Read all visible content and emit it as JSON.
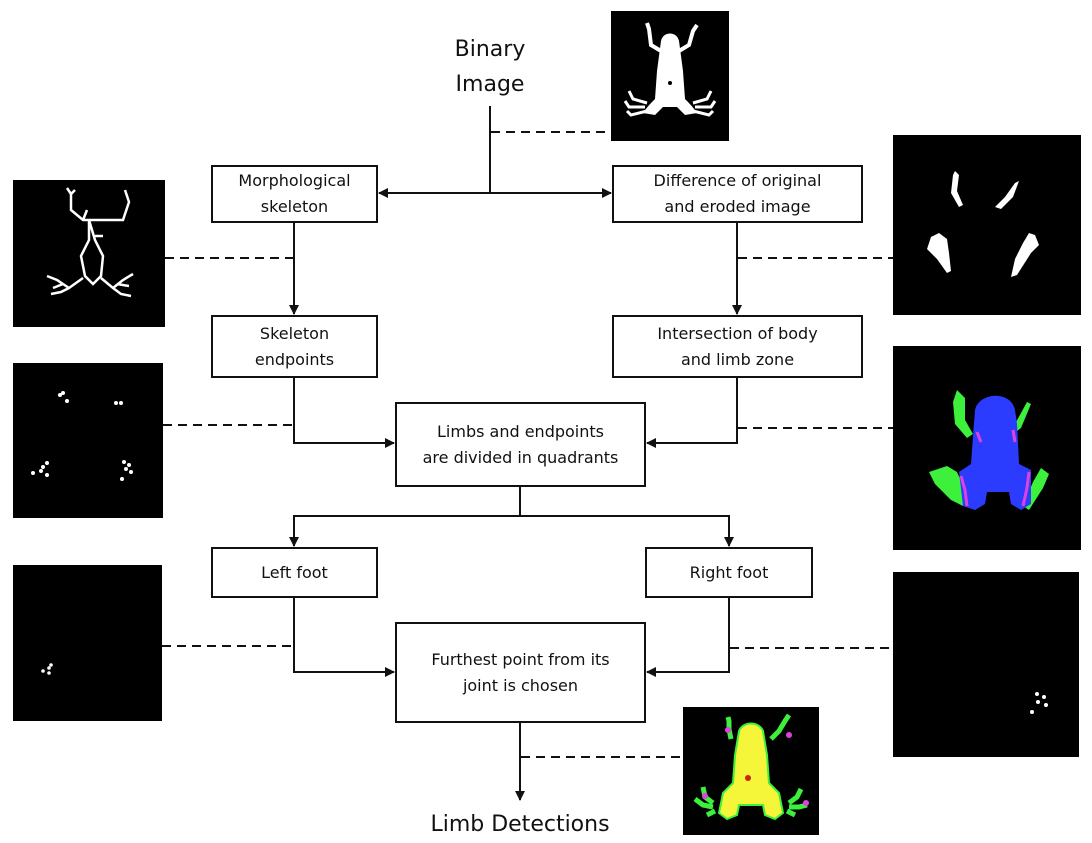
{
  "diagram": {
    "type": "flowchart",
    "start_label": "Binary\nImage",
    "end_label": "Limb Detections",
    "nodes": [
      {
        "id": "morph",
        "label": "Morphological\nskeleton"
      },
      {
        "id": "diff",
        "label": "Difference of original\nand eroded image"
      },
      {
        "id": "endpoints",
        "label": "Skeleton\nendpoints"
      },
      {
        "id": "intersection",
        "label": "Intersection of body\nand limb zone"
      },
      {
        "id": "quadrants",
        "label": "Limbs and endpoints\nare divided in quadrants"
      },
      {
        "id": "left",
        "label": "Left foot"
      },
      {
        "id": "right",
        "label": "Right foot"
      },
      {
        "id": "furthest",
        "label": "Furthest point from its\njoint is chosen"
      }
    ],
    "edges": [
      [
        "binary",
        "morph"
      ],
      [
        "binary",
        "diff"
      ],
      [
        "morph",
        "endpoints"
      ],
      [
        "diff",
        "intersection"
      ],
      [
        "endpoints",
        "quadrants"
      ],
      [
        "intersection",
        "quadrants"
      ],
      [
        "quadrants",
        "left"
      ],
      [
        "quadrants",
        "right"
      ],
      [
        "left",
        "furthest"
      ],
      [
        "right",
        "furthest"
      ],
      [
        "furthest",
        "limb_detections"
      ]
    ],
    "illustrations": [
      {
        "id": "binary-image",
        "attached_to": "binary",
        "description": "white frog silhouette on black"
      },
      {
        "id": "skeleton-image",
        "attached_to": "morph",
        "description": "white skeleton lines on black"
      },
      {
        "id": "diff-image",
        "attached_to": "diff",
        "description": "four white limb fragments on black"
      },
      {
        "id": "endpoints-image",
        "attached_to": "endpoints",
        "description": "white dots in four clusters on black"
      },
      {
        "id": "zones-image",
        "attached_to": "intersection",
        "description": "blue body, green limbs, magenta boundaries"
      },
      {
        "id": "left-foot-image",
        "attached_to": "left",
        "description": "white dots at lower left"
      },
      {
        "id": "right-foot-image",
        "attached_to": "right",
        "description": "white dots at lower right"
      },
      {
        "id": "result-image",
        "attached_to": "limb_detections",
        "description": "yellow frog with green limbs, magenta endpoint markers, red center"
      }
    ],
    "colors": {
      "body_blue": "#2b3cff",
      "limb_green": "#3cf03c",
      "boundary_magenta": "#e040e0",
      "result_yellow": "#f5f53a",
      "marker_red": "#cc2200"
    }
  }
}
